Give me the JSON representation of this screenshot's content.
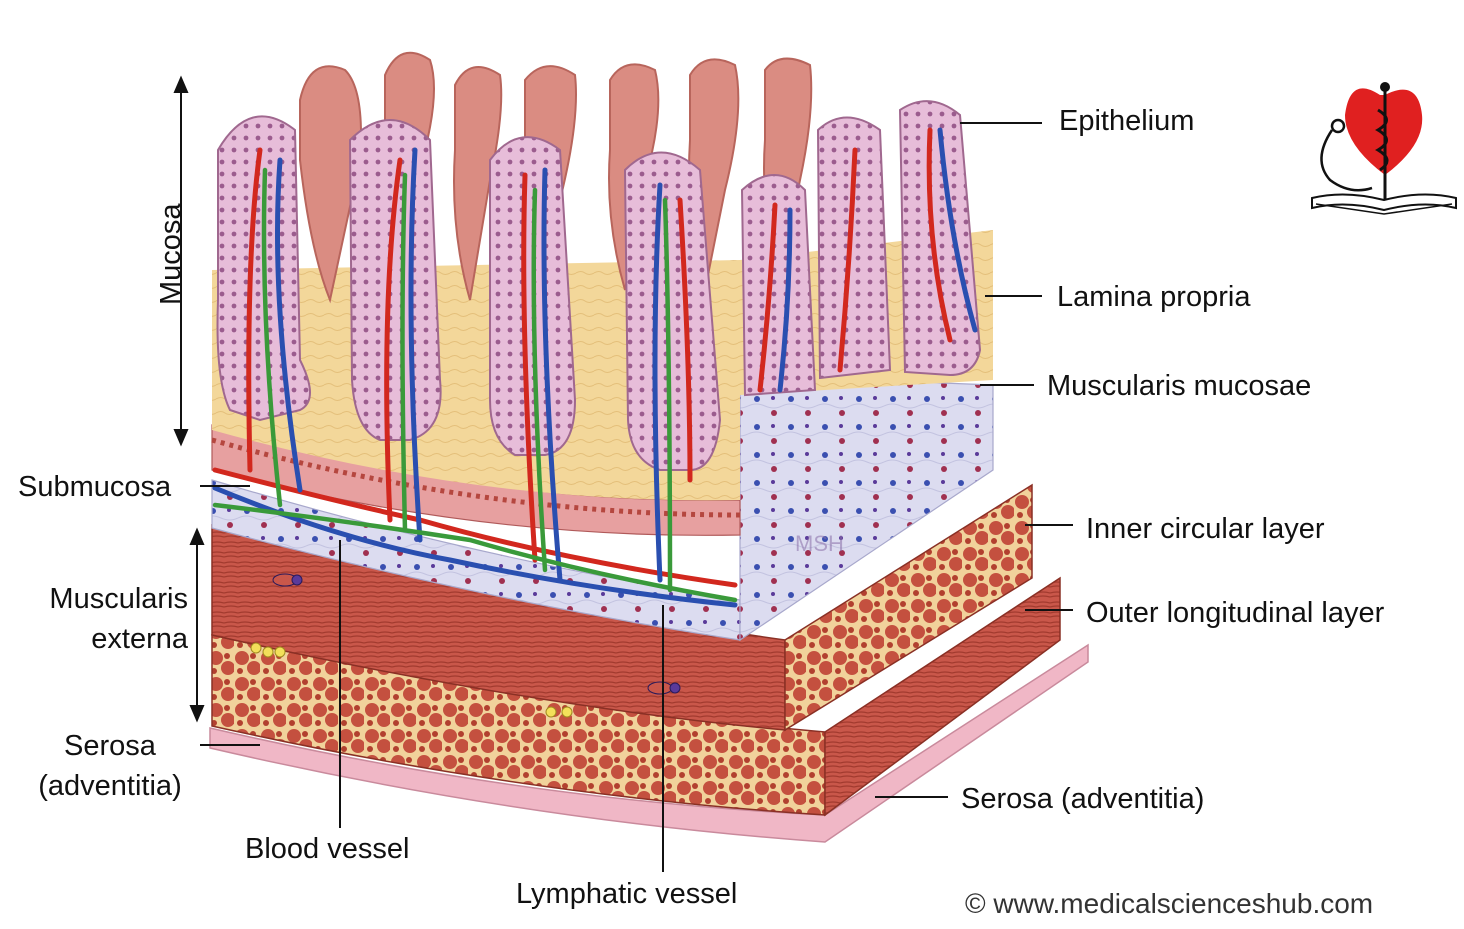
{
  "labels": {
    "epithelium": "Epithelium",
    "lamina_propria": "Lamina propria",
    "muscularis_mucosae": "Muscularis mucosae",
    "inner_circular_layer": "Inner circular layer",
    "outer_longitudinal_layer": "Outer longitudinal layer",
    "serosa_right": "Serosa (adventitia)",
    "mucosa": "Mucosa",
    "submucosa": "Submucosa",
    "muscularis_externa_line1": "Muscularis",
    "muscularis_externa_line2": "externa",
    "serosa_left_line1": "Serosa",
    "serosa_left_line2": "(adventitia)",
    "blood_vessel": "Blood vessel",
    "lymphatic_vessel": "Lymphatic vessel"
  },
  "watermark": "MSH",
  "copyright": "© www.medicalscienceshub.com",
  "colors": {
    "epithelium": "#e9c3dc",
    "epithelium_dots": "#9b5c8e",
    "villi": "#d98a80",
    "lamina_propria": "#f3d79a",
    "muscularis_mucosae": "#c8645a",
    "submucosa": "#d9d9ee",
    "muscle": "#c65544",
    "muscle_fiber": "#a63a2e",
    "serosa": "#f2bccb",
    "artery": "#d2281e",
    "vein": "#2a4fb0",
    "lymph": "#3a9a3a",
    "logo_heart": "#e02020"
  }
}
